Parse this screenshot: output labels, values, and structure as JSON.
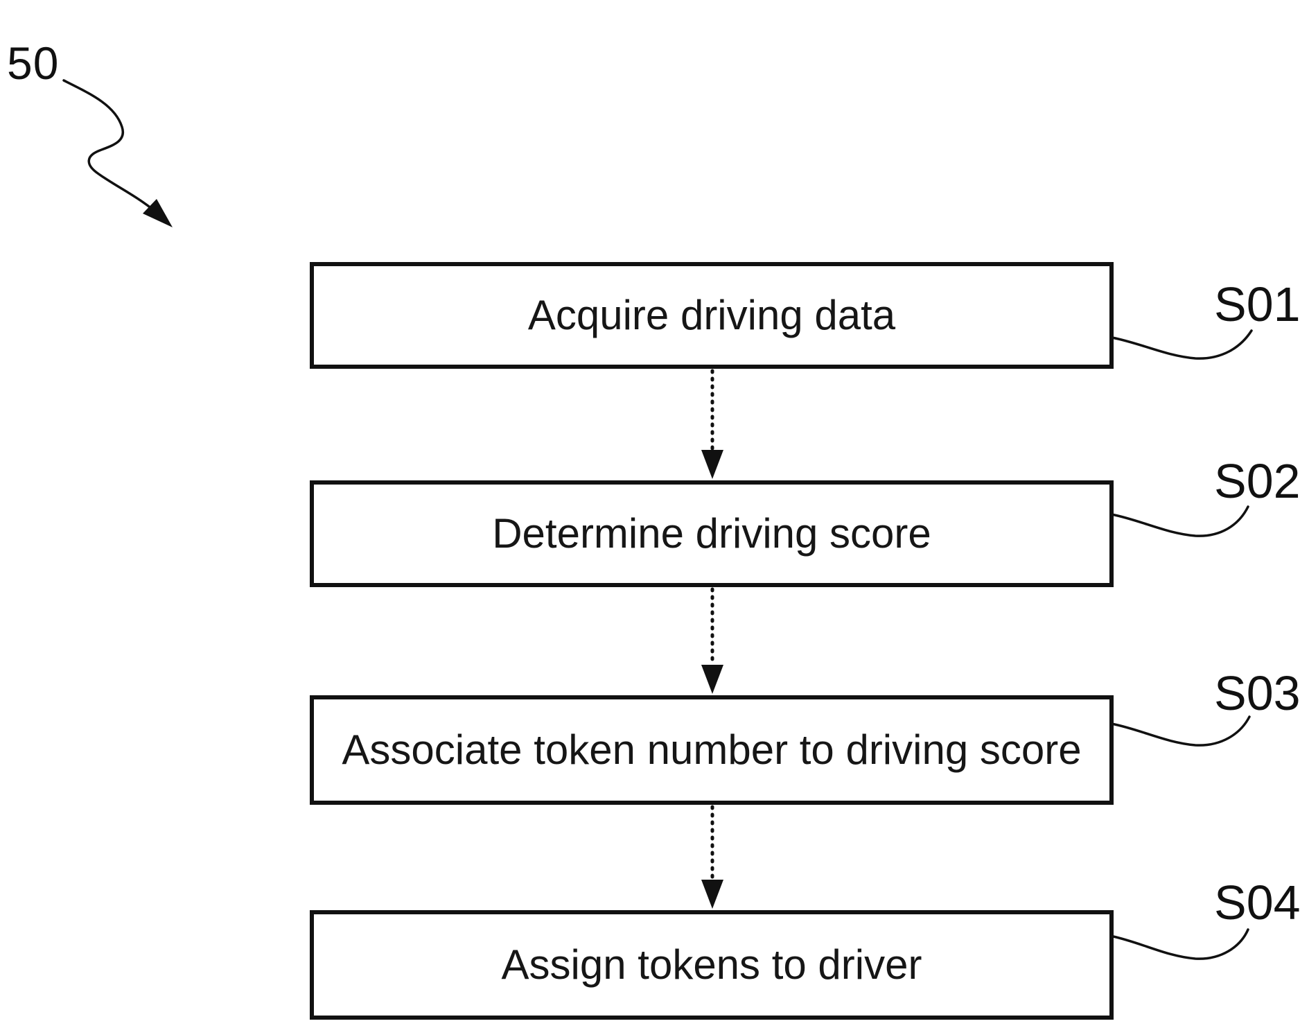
{
  "figure": {
    "reference_label": "50",
    "ink_color": "#111111",
    "background_color": "#ffffff"
  },
  "flowchart": {
    "steps": [
      {
        "tag": "S01",
        "label": "Acquire driving data"
      },
      {
        "tag": "S02",
        "label": "Determine driving score"
      },
      {
        "tag": "S03",
        "label": "Associate token number to driving score"
      },
      {
        "tag": "S04",
        "label": "Assign tokens to driver"
      }
    ],
    "connections": [
      {
        "from": "S01",
        "to": "S02"
      },
      {
        "from": "S02",
        "to": "S03"
      },
      {
        "from": "S03",
        "to": "S04"
      }
    ]
  }
}
